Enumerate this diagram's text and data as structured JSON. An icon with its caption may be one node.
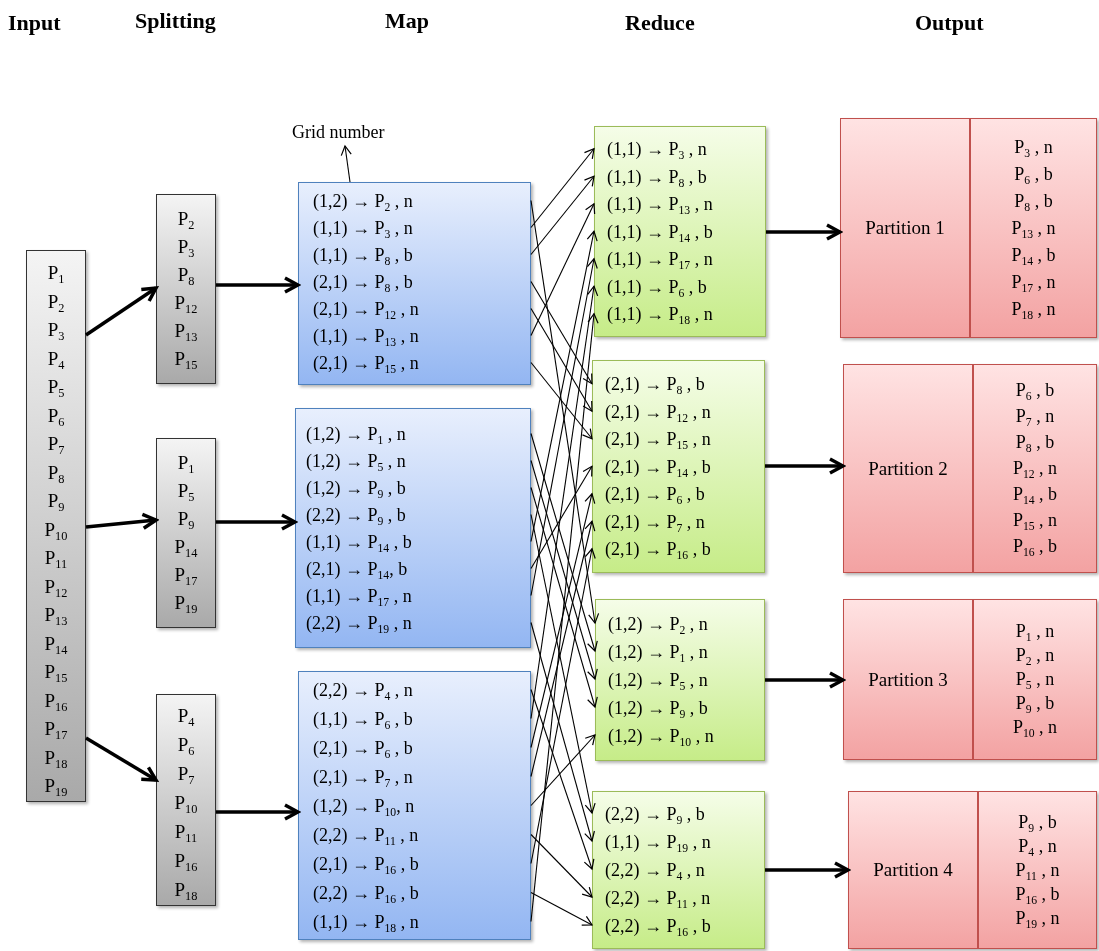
{
  "diagram": {
    "nodes": [
      {
        "text": [
          "P$_{1}$",
          "P$_{2}$",
          "P$_{3}$",
          "P$_{4}$",
          "P$_{5}$",
          "P$_{6}$",
          "P$_{7}$",
          "P$_{8}$",
          "P$_{9}$",
          "P$_{10}$",
          "P$_{11}$",
          "P$_{12}$",
          "P$_{13}$",
          "P$_{14}$",
          "P$_{15}$",
          "P$_{16}$",
          "P$_{17}$",
          "P$_{18}$",
          "P$_{19}$"
        ]
      },
      {
        "text": [
          "P$_{2}$",
          "P$_{3}$",
          "P$_{8}$",
          "P$_{12}$",
          "P$_{13}$",
          "P$_{15}$"
        ]
      },
      {
        "text": [
          "P$_{1}$",
          "P$_{5}$",
          "P$_{9}$",
          "P$_{14}$",
          "P$_{17}$",
          "P$_{19}$"
        ]
      },
      {
        "text": [
          "P$_{4}$",
          "P$_{6}$",
          "P$_{7}$",
          "P$_{10}$",
          "P$_{11}$",
          "P$_{16}$",
          "P$_{18}$"
        ]
      },
      {
        "text": [
          "Grid number"
        ]
      },
      {
        "text": [
          "(1,2) → P$_{2}$ , n",
          "(1,1) → P$_{3}$ , n",
          "(1,1) → P$_{8}$ , b",
          "(2,1) → P$_{8}$ , b",
          "(2,1) → P$_{12}$ , n",
          "(1,1) → P$_{13}$ , n",
          "(2,1) → P$_{15}$ , n"
        ]
      },
      {
        "text": [
          "(1,2) → P$_{1}$ , n",
          "(1,2) → P$_{5}$ , n",
          "(1,2) → P$_{9}$ , b",
          "(2,2) → P$_{9}$ , b",
          "(1,1) → P$_{14}$ , b",
          "(2,1) → P$_{14}$, b",
          "(1,1) → P$_{17}$ , n",
          "(2,2) → P$_{19}$ , n"
        ]
      },
      {
        "text": [
          "(2,2) → P$_{4}$ , n",
          "(1,1) → P$_{6}$ , b",
          "(2,1) → P$_{6}$ , b",
          "(2,1) → P$_{7}$ , n",
          "(1,2) → P$_{10}$, n",
          "(2,2) → P$_{11}$ , n",
          "(2,1) → P$_{16}$ , b",
          "(2,2) → P$_{16}$ , b",
          "(1,1) → P$_{18}$ , n"
        ]
      },
      {
        "text": [
          "(1,1) → P$_{3}$ ,  n",
          "(1,1) → P$_{8}$ ,  b",
          "(1,1) → P$_{13}$ , n",
          "(1,1) → P$_{14}$ , b",
          "(1,1) → P$_{17}$ , n",
          "(1,1) → P$_{6}$ ,  b",
          "(1,1) → P$_{18}$ , n"
        ]
      },
      {
        "text": [
          "(2,1) → P$_{8}$ ,  b",
          "(2,1) → P$_{12}$ , n",
          "(2,1) → P$_{15}$ , n",
          "(2,1) → P$_{14}$ , b",
          "(2,1) → P$_{6}$ ,  b",
          "(2,1) → P$_{7}$ ,  n",
          "(2,1) → P$_{16}$ , b"
        ]
      },
      {
        "text": [
          "(1,2) → P$_{2}$ ,  n",
          "(1,2) → P$_{1}$ ,  n",
          "(1,2) → P$_{5}$ ,  n",
          "(1,2) → P$_{9}$ ,  b",
          "(1,2) → P$_{10}$ , n"
        ]
      },
      {
        "text": [
          "(2,2) → P$_{9}$ ,  b",
          "(1,1) → P$_{19}$ , n",
          "(2,2) → P$_{4}$ ,  n",
          "(2,2) → P$_{11}$ , n",
          "(2,2) → P$_{16}$ , b"
        ]
      },
      {
        "text": [
          "Partition 1",
          "P$_{3}$ ,  n",
          "P$_{6}$ ,  b",
          "P$_{8}$ ,  b",
          "P$_{13}$ , n",
          "P$_{14}$ , b",
          "P$_{17}$ , n",
          "P$_{18}$ , n"
        ]
      },
      {
        "text": [
          "Partition 2",
          "P$_{6}$ ,  b",
          "P$_{7}$ ,  n",
          "P$_{8}$ ,  b",
          "P$_{12}$ , n",
          "P$_{14}$ , b",
          "P$_{15}$ , n",
          "P$_{16}$ , b"
        ]
      },
      {
        "text": [
          "Partition 3",
          "P$_{1}$ ,  n",
          "P$_{2}$ ,  n",
          "P$_{5}$ ,  n",
          "P$_{9}$ ,  b",
          "P$_{10}$ , n"
        ]
      },
      {
        "text": [
          "Partition 4",
          "P$_{9}$ ,  b",
          "P$_{4}$ ,  n",
          "P$_{11}$ , n",
          "P$_{16}$ , b",
          "P$_{19}$ , n"
        ]
      }
    ],
    "edges": [
      {
        "from": 0,
        "to": 1,
        "arrow": "to",
        "style": "thick"
      },
      {
        "from": 0,
        "to": 2,
        "arrow": "to",
        "style": "thick"
      },
      {
        "from": 0,
        "to": 3,
        "arrow": "to",
        "style": "thick"
      },
      {
        "from": 1,
        "to": 5,
        "arrow": "to",
        "style": "thick"
      },
      {
        "from": 2,
        "to": 6,
        "arrow": "to",
        "style": "thick"
      },
      {
        "from": 3,
        "to": 7,
        "arrow": "to",
        "style": "thick"
      },
      {
        "from": 5,
        "to": 4,
        "arrow": "to"
      },
      {
        "from": 5,
        "to": 10,
        "arrow": "to"
      },
      {
        "from": 5,
        "to": 8,
        "arrow": "to"
      },
      {
        "from": 5,
        "to": 8,
        "arrow": "to"
      },
      {
        "from": 5,
        "to": 9,
        "arrow": "to"
      },
      {
        "from": 5,
        "to": 9,
        "arrow": "to"
      },
      {
        "from": 5,
        "to": 8,
        "arrow": "to"
      },
      {
        "from": 5,
        "to": 9,
        "arrow": "to"
      },
      {
        "from": 6,
        "to": 10,
        "arrow": "to"
      },
      {
        "from": 6,
        "to": 10,
        "arrow": "to"
      },
      {
        "from": 6,
        "to": 10,
        "arrow": "to"
      },
      {
        "from": 6,
        "to": 11,
        "arrow": "to"
      },
      {
        "from": 6,
        "to": 8,
        "arrow": "to"
      },
      {
        "from": 6,
        "to": 9,
        "arrow": "to"
      },
      {
        "from": 6,
        "to": 8,
        "arrow": "to"
      },
      {
        "from": 6,
        "to": 11,
        "arrow": "to"
      },
      {
        "from": 7,
        "to": 11,
        "arrow": "to"
      },
      {
        "from": 7,
        "to": 8,
        "arrow": "to"
      },
      {
        "from": 7,
        "to": 9,
        "arrow": "to"
      },
      {
        "from": 7,
        "to": 9,
        "arrow": "to"
      },
      {
        "from": 7,
        "to": 10,
        "arrow": "to"
      },
      {
        "from": 7,
        "to": 11,
        "arrow": "to"
      },
      {
        "from": 7,
        "to": 9,
        "arrow": "to"
      },
      {
        "from": 7,
        "to": 11,
        "arrow": "to"
      },
      {
        "from": 7,
        "to": 8,
        "arrow": "to"
      },
      {
        "from": 8,
        "to": 12,
        "arrow": "to",
        "style": "thick"
      },
      {
        "from": 9,
        "to": 13,
        "arrow": "to",
        "style": "thick"
      },
      {
        "from": 10,
        "to": 14,
        "arrow": "to",
        "style": "thick"
      },
      {
        "from": 11,
        "to": 15,
        "arrow": "to",
        "style": "thick"
      }
    ],
    "labels": [
      "Input",
      "Splitting",
      "Map",
      "Reduce",
      "Output"
    ]
  }
}
